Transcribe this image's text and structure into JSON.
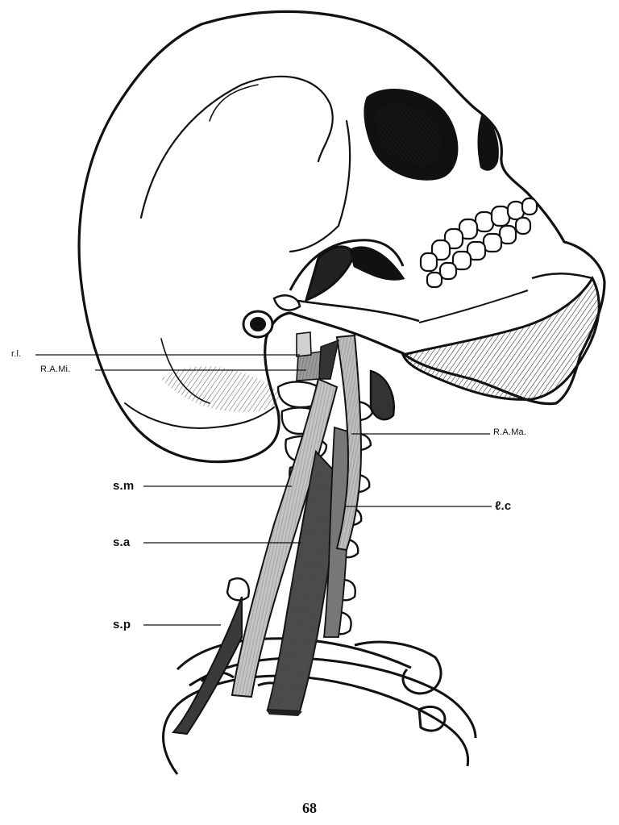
{
  "figure": {
    "labels": {
      "rl": "r.l.",
      "rami": "R.A.Mi.",
      "rama": "R.A.Ma.",
      "sm": "s.m",
      "sa": "s.a",
      "sp": "s.p",
      "lc": "ℓ.c"
    },
    "page_number": "68"
  },
  "colors": {
    "ink": "#111111",
    "muscle_light": "#bdbdbd",
    "muscle_mid": "#8a8a8a",
    "muscle_dark": "#3a3a3a"
  }
}
